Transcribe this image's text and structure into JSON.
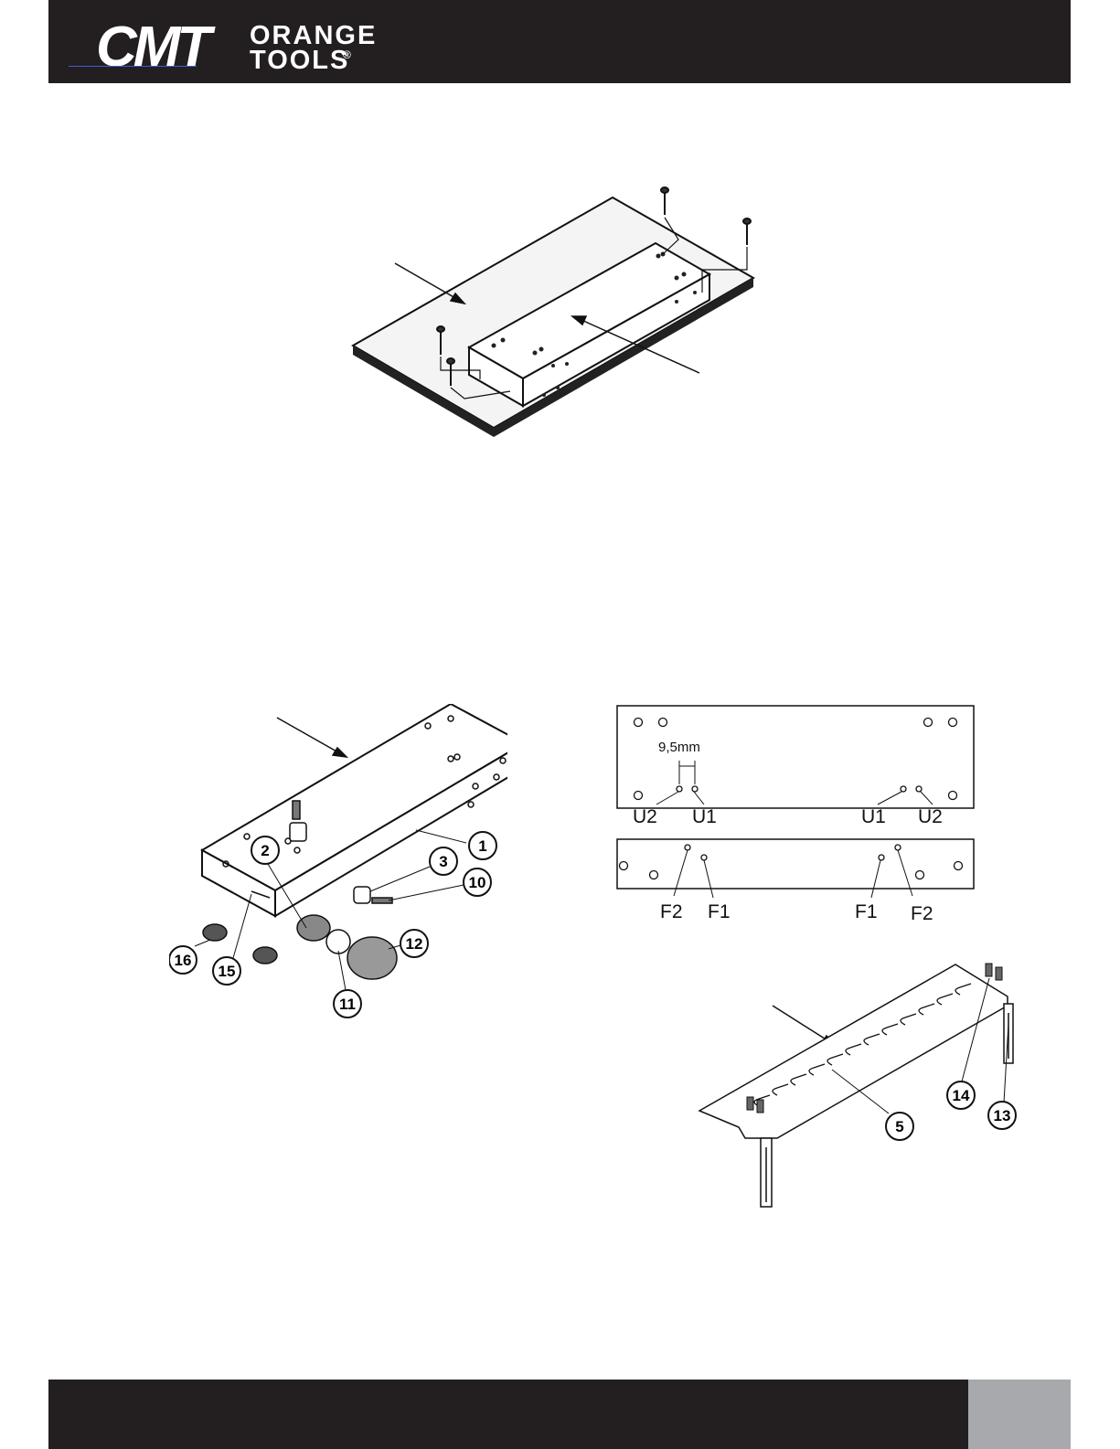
{
  "header": {
    "brand_cmt": "CMT",
    "brand_line1": "ORANGE",
    "brand_line2": "TOOLS",
    "registered_mark": "®",
    "colors": {
      "bar": "#231f20",
      "logo": "#ffffff"
    }
  },
  "figure_mounting": {},
  "figure_base_assembly": {
    "callouts": [
      "1",
      "2",
      "3",
      "10",
      "16",
      "15",
      "11",
      "12"
    ]
  },
  "figure_hole_layout": {
    "dimension": "9,5mm",
    "upper_labels": [
      "U2",
      "U1",
      "U1",
      "U2"
    ],
    "lower_labels": [
      "F2",
      "F1",
      "F1",
      "F2"
    ]
  },
  "figure_template": {
    "callouts": [
      "5",
      "14",
      "13"
    ]
  },
  "footer": {
    "colors": {
      "bar": "#231f20",
      "page_box": "#a7a9ac"
    }
  }
}
